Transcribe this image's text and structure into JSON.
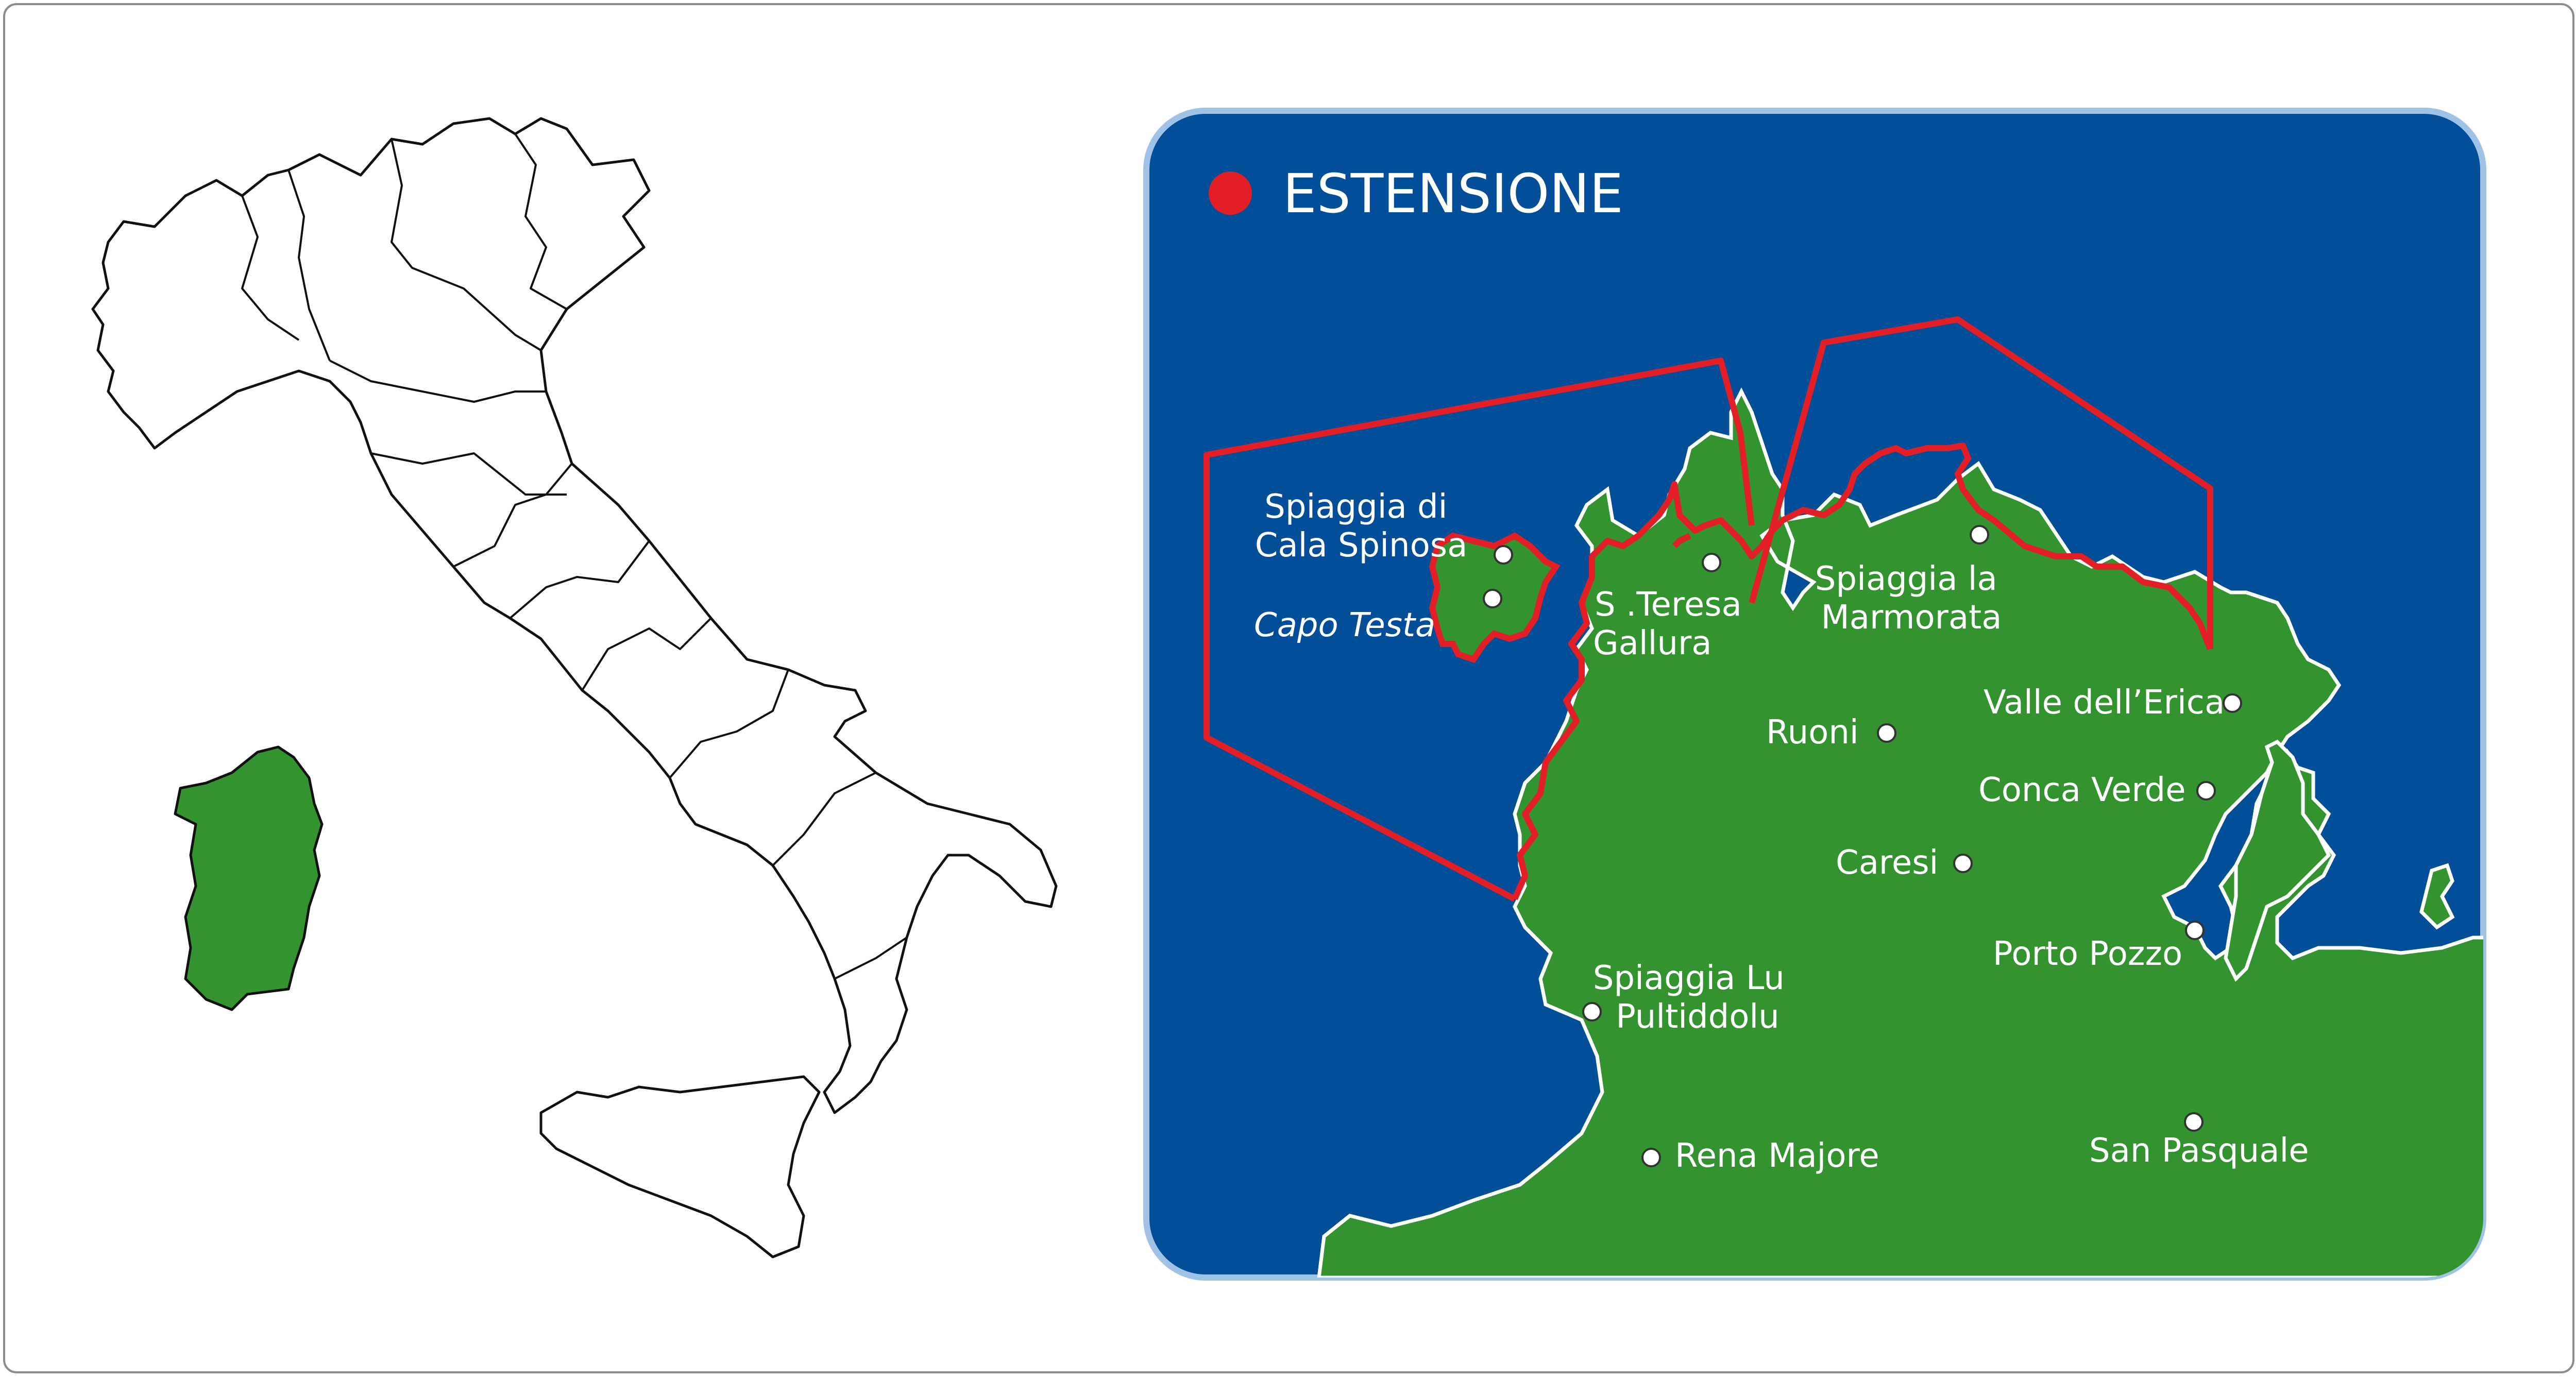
{
  "colors": {
    "sea": "#024e98",
    "land": "#33932f",
    "extension": "#e21f26",
    "outline": "#111111",
    "panel_border": "#9ec3e6"
  },
  "legend": {
    "marker_icon": "red-dot-icon",
    "label": "ESTENSIONE"
  },
  "places": {
    "cala_spinosa": [
      "Spiaggia di",
      "Cala Spinosa"
    ],
    "capo_testa": "Capo Testa",
    "santa_teresa": [
      "S .Teresa",
      "Gallura"
    ],
    "marmorata": [
      "Spiaggia la",
      "Marmorata"
    ],
    "valle_erica": "Valle dell’Erica",
    "ruoni": "Ruoni",
    "conca_verde": "Conca Verde",
    "caresi": "Caresi",
    "porto_pozzo": "Porto Pozzo",
    "lu_pultiddolu": [
      "Spiaggia Lu",
      "Pultiddolu"
    ],
    "rena_majore": "Rena Majore",
    "san_pasquale": "San Pasquale"
  }
}
